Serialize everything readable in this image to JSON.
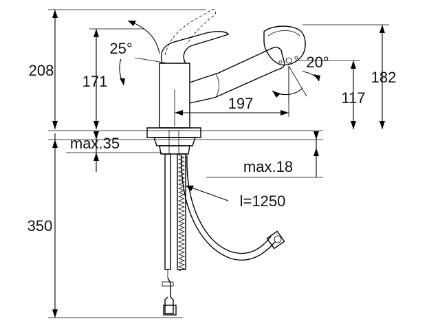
{
  "dimensions": {
    "total_height": "208",
    "spout_height": "171",
    "outlet_height": "182",
    "outlet_clearance": "117",
    "reach": "197",
    "lever_angle": "25°",
    "spray_angle": "20°",
    "deck_thickness": "max.35",
    "hole_depth": "max.18",
    "hose_length": "l=1250",
    "below_deck": "350"
  },
  "colors": {
    "line": "#000000",
    "text": "#111111",
    "background": "#ffffff"
  }
}
